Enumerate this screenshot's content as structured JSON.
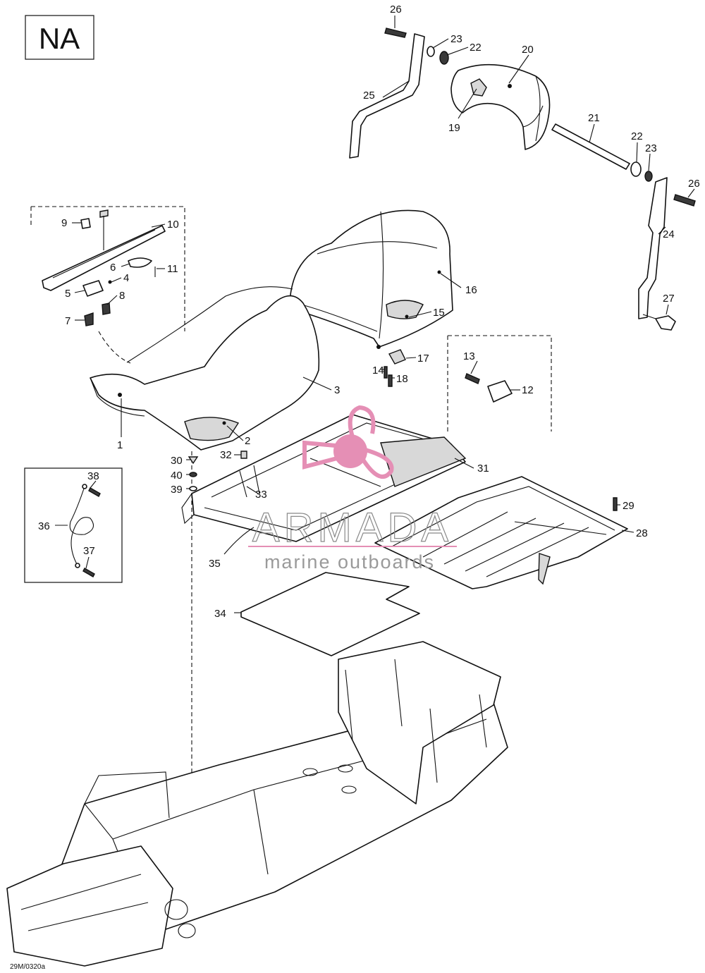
{
  "region_badge": "NA",
  "drawing_code": "29M/0320a",
  "watermark": {
    "name": "ARMADA",
    "tagline": "marine outboards",
    "logo": "propeller-logo",
    "color": "#e58fb5"
  },
  "callouts": [
    {
      "id": "c1",
      "text": "1"
    },
    {
      "id": "c2",
      "text": "2"
    },
    {
      "id": "c3",
      "text": "3"
    },
    {
      "id": "c4",
      "text": "4"
    },
    {
      "id": "c5",
      "text": "5"
    },
    {
      "id": "c6",
      "text": "6"
    },
    {
      "id": "c7",
      "text": "7"
    },
    {
      "id": "c8",
      "text": "8"
    },
    {
      "id": "c9",
      "text": "9"
    },
    {
      "id": "c10",
      "text": "10"
    },
    {
      "id": "c11",
      "text": "11"
    },
    {
      "id": "c12",
      "text": "12"
    },
    {
      "id": "c13",
      "text": "13"
    },
    {
      "id": "c14",
      "text": "14"
    },
    {
      "id": "c15",
      "text": "15"
    },
    {
      "id": "c16",
      "text": "16"
    },
    {
      "id": "c17",
      "text": "17"
    },
    {
      "id": "c18",
      "text": "18"
    },
    {
      "id": "c19",
      "text": "19"
    },
    {
      "id": "c20",
      "text": "20"
    },
    {
      "id": "c21",
      "text": "21"
    },
    {
      "id": "c22a",
      "text": "22"
    },
    {
      "id": "c22b",
      "text": "22"
    },
    {
      "id": "c23a",
      "text": "23"
    },
    {
      "id": "c23b",
      "text": "23"
    },
    {
      "id": "c24",
      "text": "24"
    },
    {
      "id": "c25",
      "text": "25"
    },
    {
      "id": "c26a",
      "text": "26"
    },
    {
      "id": "c26b",
      "text": "26"
    },
    {
      "id": "c27",
      "text": "27"
    },
    {
      "id": "c28",
      "text": "28"
    },
    {
      "id": "c29",
      "text": "29"
    },
    {
      "id": "c30",
      "text": "30"
    },
    {
      "id": "c31",
      "text": "31"
    },
    {
      "id": "c32",
      "text": "32"
    },
    {
      "id": "c33",
      "text": "33"
    },
    {
      "id": "c34",
      "text": "34"
    },
    {
      "id": "c35",
      "text": "35"
    },
    {
      "id": "c36",
      "text": "36"
    },
    {
      "id": "c37",
      "text": "37"
    },
    {
      "id": "c38",
      "text": "38"
    },
    {
      "id": "c39",
      "text": "39"
    },
    {
      "id": "c40",
      "text": "40"
    }
  ]
}
